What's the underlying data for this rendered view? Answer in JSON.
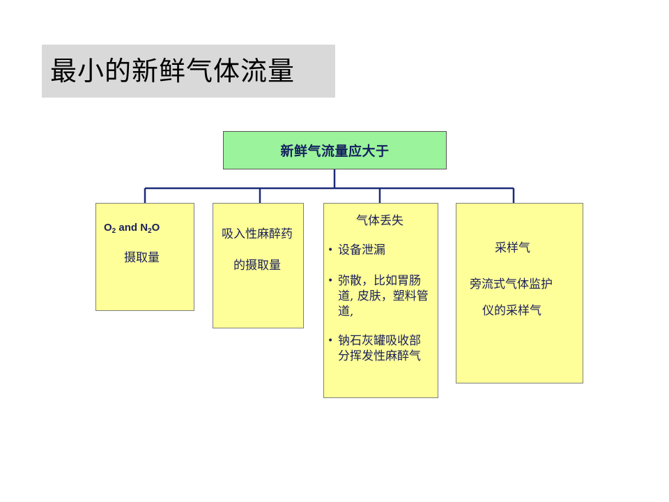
{
  "title": "最小的新鲜气体流量",
  "root": {
    "label": "新鲜气流量应大于"
  },
  "children": [
    {
      "o2": "O",
      "o2_sub": "2",
      "and": " and N",
      "n2o_sub": "2",
      "n2o_tail": "O",
      "line2": "摄取量"
    },
    {
      "line1": "吸入性麻醉药",
      "line2": "的摄取量"
    },
    {
      "heading": "气体丢失",
      "bullet_symbol": "•",
      "bullets": [
        {
          "lines": [
            "设备泄漏"
          ]
        },
        {
          "lines": [
            "弥散，比如胃肠",
            "道, 皮肤，塑料管",
            "道,"
          ]
        },
        {
          "lines": [
            "钠石灰罐吸收部",
            "分挥发性麻醉气"
          ]
        }
      ]
    },
    {
      "heading": "采样气",
      "line2": "旁流式气体监护",
      "line3": "仪的采样气"
    }
  ]
}
